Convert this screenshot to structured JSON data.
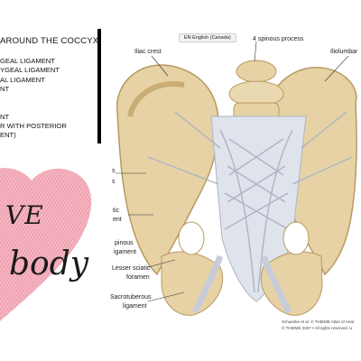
{
  "notes": {
    "title": "AROUND THE COCCYX",
    "items": [
      "GEAL LIGAMENT",
      "YGEAL LIGAMENT",
      "AL LIGAMENT",
      "NT",
      "",
      "",
      "NT",
      "R WITH POSTERIOR",
      "ENT)"
    ]
  },
  "brand": {
    "line1": "VE",
    "line2": "body"
  },
  "language_selector": {
    "label": "EN English (Canada)"
  },
  "figure_labels": {
    "iliac_crest": "Iliac crest",
    "spinous_process": "4 spinous process",
    "iliolumbar": "Iliolumbar",
    "left_s": "s",
    "left_s2": "s",
    "tic": "tic",
    "ent": "ent",
    "spinous": "pinous",
    "igament": "igament",
    "lesser_sciatic_1": "Lesser sciatic",
    "lesser_sciatic_2": "foramen",
    "sacrotuberous_1": "Sacrotuberous",
    "sacrotuberous_2": "ligament"
  },
  "figure_caption": {
    "line1": "Schuenke et al. © THIEME Atlas of Anat",
    "line2": "© THIEME 2007 • All rights reserved. U"
  },
  "colors": {
    "bone": "#e6d2a4",
    "bone_shade": "#c9ad75",
    "ligament": "#dfe3ec",
    "ligament_shade": "#aeb4c4",
    "heart_pink": "#f0a2b0",
    "divider": "#000000"
  }
}
